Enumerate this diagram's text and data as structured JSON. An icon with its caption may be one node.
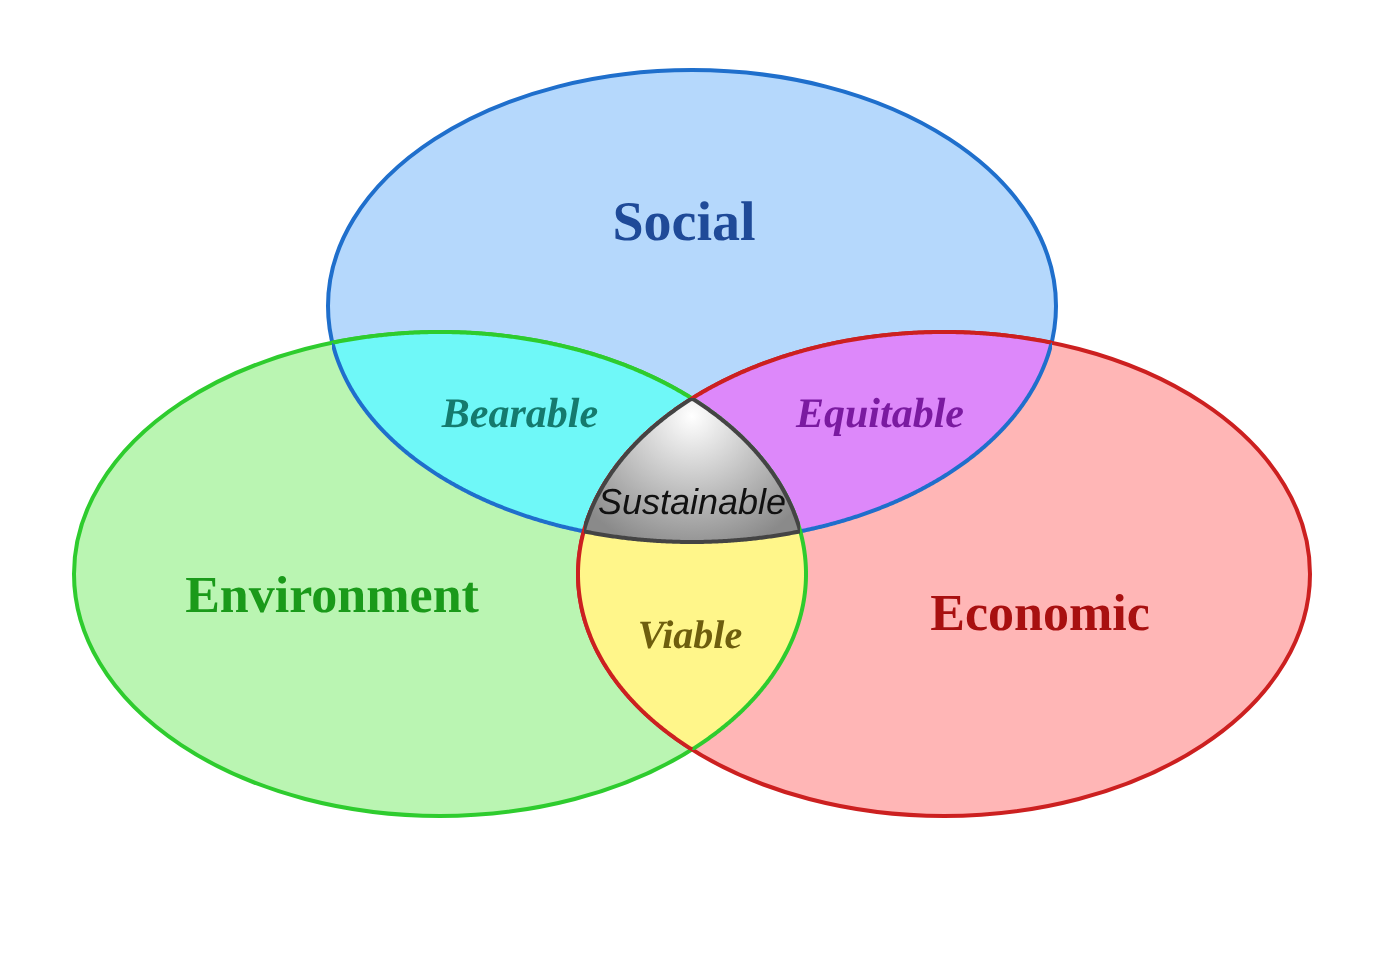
{
  "diagram": {
    "nodes": [
      {
        "text": [
          "Social"
        ]
      },
      {
        "text": [
          "Environment"
        ]
      },
      {
        "text": [
          "Economic"
        ]
      },
      {
        "text": [
          "Bearable"
        ]
      },
      {
        "text": [
          "Equitable"
        ]
      },
      {
        "text": [
          "Sustainable"
        ]
      },
      {
        "text": [
          "Viable"
        ]
      }
    ]
  }
}
